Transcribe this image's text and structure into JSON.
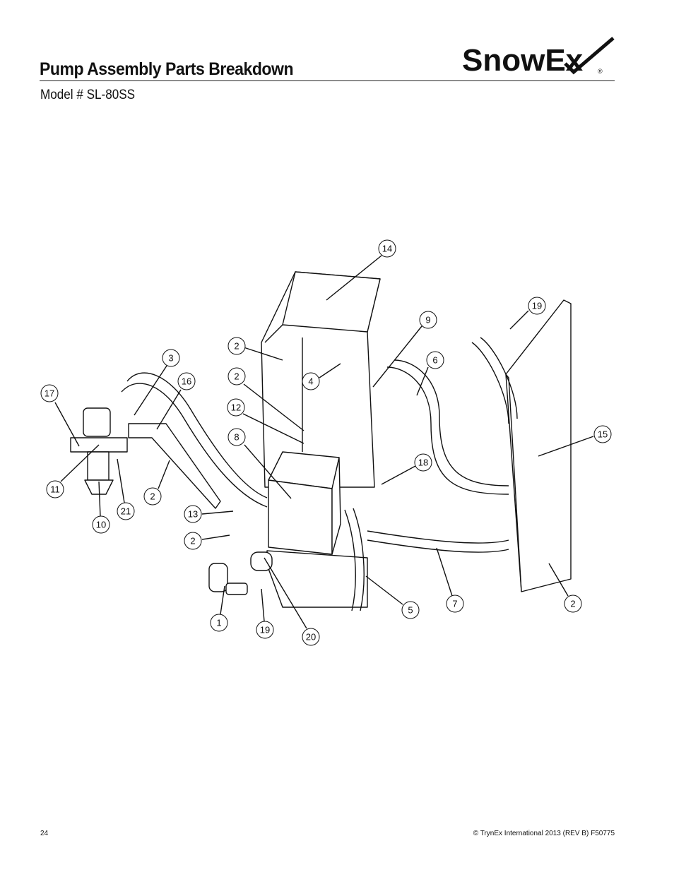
{
  "header": {
    "title": "Pump Assembly Parts Breakdown",
    "subtitle": "Model # SL-80SS",
    "logo_text": "SnowEx",
    "logo_mark": "®"
  },
  "callouts": [
    {
      "label": "14"
    },
    {
      "label": "19"
    },
    {
      "label": "9"
    },
    {
      "label": "6"
    },
    {
      "label": "3"
    },
    {
      "label": "2"
    },
    {
      "label": "2"
    },
    {
      "label": "4"
    },
    {
      "label": "16"
    },
    {
      "label": "17"
    },
    {
      "label": "12"
    },
    {
      "label": "15"
    },
    {
      "label": "8"
    },
    {
      "label": "18"
    },
    {
      "label": "11"
    },
    {
      "label": "21"
    },
    {
      "label": "2"
    },
    {
      "label": "10"
    },
    {
      "label": "13"
    },
    {
      "label": "2"
    },
    {
      "label": "5"
    },
    {
      "label": "7"
    },
    {
      "label": "2"
    },
    {
      "label": "1"
    },
    {
      "label": "19"
    },
    {
      "label": "20"
    }
  ],
  "footer": {
    "page_number": "24",
    "copyright": "© TrynEx International 2013 (REV B) F50775"
  },
  "colors": {
    "ink": "#111111",
    "background": "#ffffff"
  }
}
